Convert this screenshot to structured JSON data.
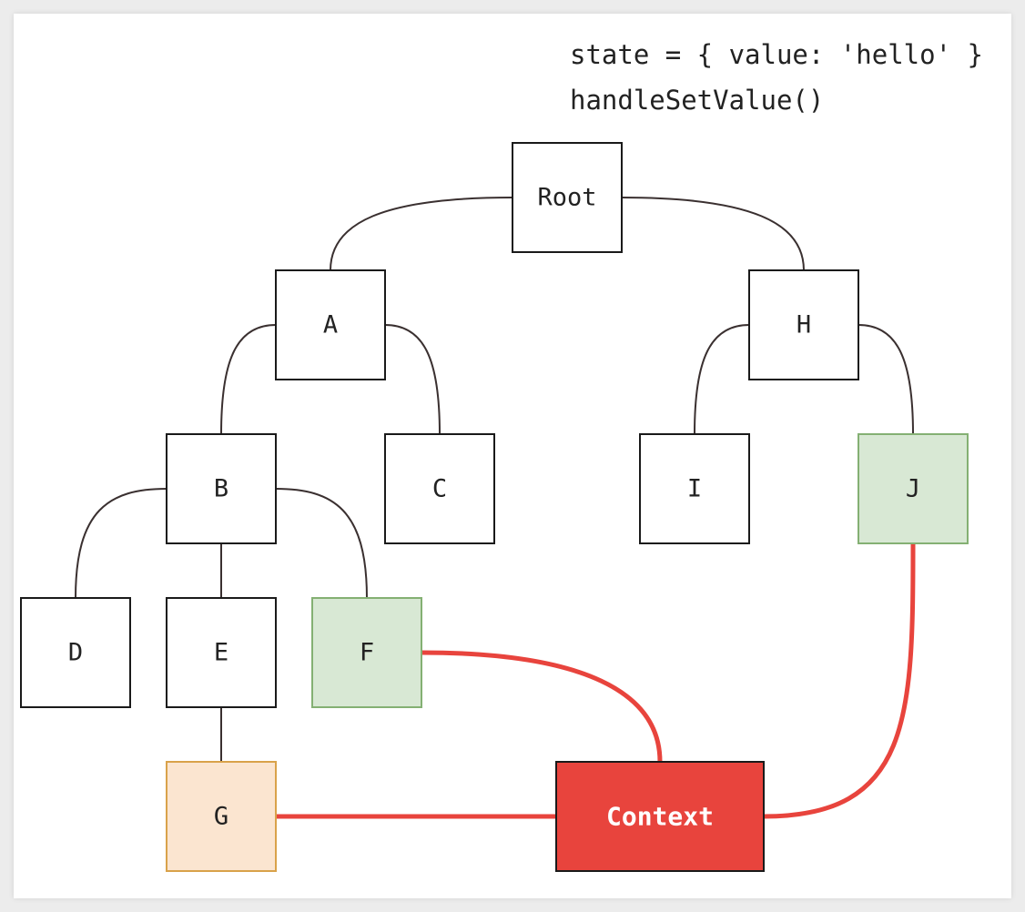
{
  "code": {
    "state_line": "state = { value: 'hello' }",
    "handler_line": "handleSetValue()"
  },
  "colors": {
    "default_fill": "#ffffff",
    "default_stroke": "#1a1a1a",
    "consumer_fill": "#d8e8d4",
    "consumer_stroke": "#84b073",
    "provider_fill": "#fbe5d0",
    "provider_stroke": "#d9a24a",
    "context_fill": "#e8443d",
    "context_stroke": "#1a1a1a",
    "context_edge": "#e8443d",
    "tree_edge": "#3a3030"
  },
  "nodes": {
    "root": {
      "label": "Root",
      "role": "default"
    },
    "a": {
      "label": "A",
      "role": "default"
    },
    "h": {
      "label": "H",
      "role": "default"
    },
    "b": {
      "label": "B",
      "role": "default"
    },
    "c": {
      "label": "C",
      "role": "default"
    },
    "i": {
      "label": "I",
      "role": "default"
    },
    "j": {
      "label": "J",
      "role": "consumer"
    },
    "d": {
      "label": "D",
      "role": "default"
    },
    "e": {
      "label": "E",
      "role": "default"
    },
    "f": {
      "label": "F",
      "role": "consumer"
    },
    "g": {
      "label": "G",
      "role": "provider"
    },
    "context": {
      "label": "Context",
      "role": "context"
    }
  }
}
